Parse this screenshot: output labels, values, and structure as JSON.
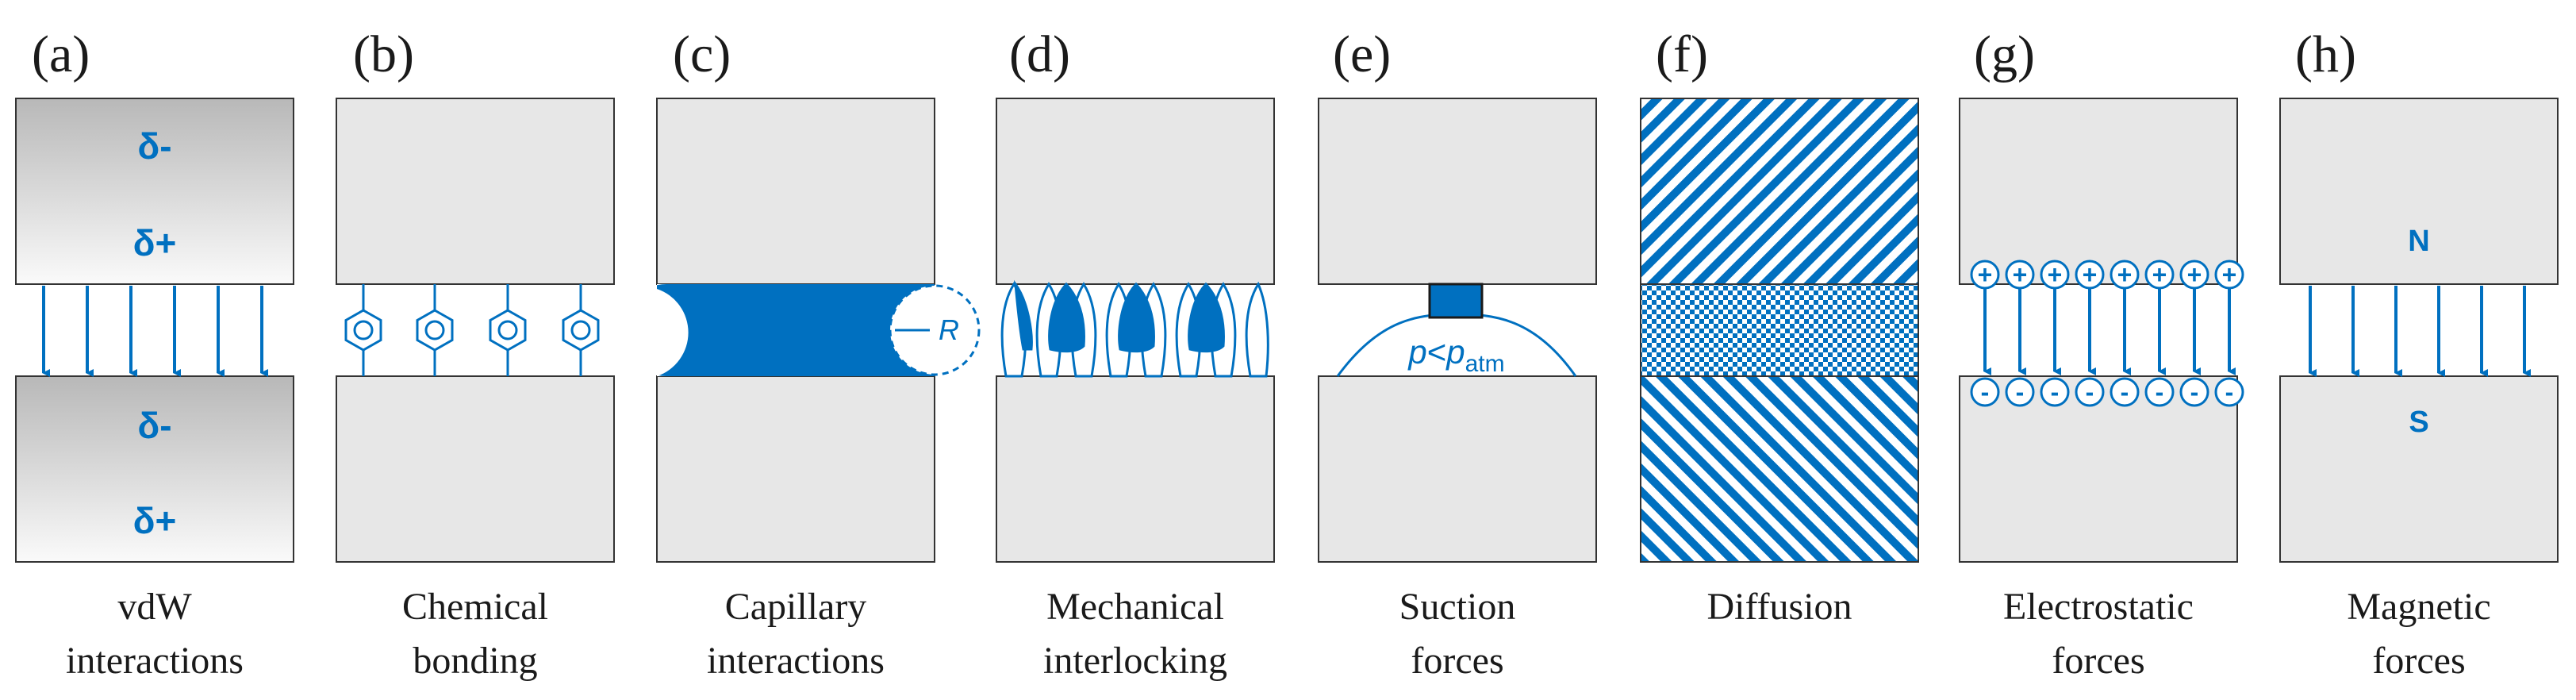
{
  "colors": {
    "accent": "#0070C0",
    "block_fill": "#E7E7E7",
    "block_stroke": "#333333",
    "text": "#1a1a1a"
  },
  "panels": [
    {
      "id": "a",
      "letter": "(a)",
      "caption": [
        "vdW",
        "interactions"
      ],
      "symbols": {
        "top_upper": "δ-",
        "top_lower": "δ+",
        "bottom_upper": "δ-",
        "bottom_lower": "δ+"
      }
    },
    {
      "id": "b",
      "letter": "(b)",
      "caption": [
        "Chemical",
        "bonding"
      ]
    },
    {
      "id": "c",
      "letter": "(c)",
      "caption": [
        "Capillary",
        "interactions"
      ],
      "radius_label": "R"
    },
    {
      "id": "d",
      "letter": "(d)",
      "caption": [
        "Mechanical",
        "interlocking"
      ]
    },
    {
      "id": "e",
      "letter": "(e)",
      "caption": [
        "Suction",
        "forces"
      ],
      "pressure_label": {
        "p": "p",
        "lt": "<",
        "p2": "p",
        "sub": "atm"
      }
    },
    {
      "id": "f",
      "letter": "(f)",
      "caption": [
        "Diffusion"
      ]
    },
    {
      "id": "g",
      "letter": "(g)",
      "caption": [
        "Electrostatic",
        "forces"
      ],
      "plus": "+",
      "minus": "-"
    },
    {
      "id": "h",
      "letter": "(h)",
      "caption": [
        "Magnetic",
        "forces"
      ],
      "north": "N",
      "south": "S"
    }
  ]
}
